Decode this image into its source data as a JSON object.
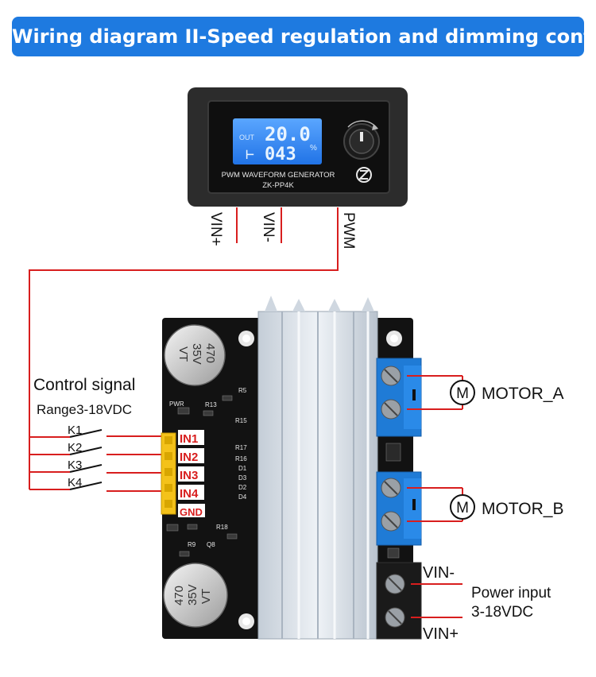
{
  "title": "Wiring diagram II-Speed regulation and dimming control",
  "generator": {
    "display_top_label": "OUT",
    "display_value_top": "20.0",
    "display_value_bottom": "043",
    "display_prefix_bottom": "⊢",
    "display_unit": "%",
    "label_line1": "PWM WAVEFORM GENERATOR",
    "label_line2": "ZK-PP4K",
    "pins": [
      "VIN+",
      "VIN-",
      "PWM"
    ]
  },
  "control": {
    "title": "Control signal",
    "range": "Range3-18VDC",
    "switches": [
      "K1",
      "K2",
      "K3",
      "K4"
    ]
  },
  "board": {
    "inputs": [
      "IN1",
      "IN2",
      "IN3",
      "IN4",
      "GND"
    ],
    "capacitor_value": "470",
    "capacitor_voltage": "35V",
    "capacitor_series": "VT",
    "silkscreen": [
      "PWR",
      "R13",
      "R5",
      "R15",
      "R17",
      "R16",
      "D1",
      "D3",
      "D2",
      "D4",
      "R18",
      "R9",
      "Q8"
    ]
  },
  "outputs": {
    "motor_symbol": "M",
    "motor_a": "MOTOR_A",
    "motor_b": "MOTOR_B"
  },
  "power": {
    "vin_minus": "VIN-",
    "vin_plus": "VIN+",
    "label_line1": "Power input",
    "label_line2": "3-18VDC"
  },
  "colors": {
    "banner": "#1e7ae0",
    "wire": "#d81e1e",
    "pcb": "#111111",
    "terminal": "#1f7bd6",
    "heatsink": "#d9e1ea",
    "lcd": "#2f86ff",
    "header": "#f4c21a"
  }
}
